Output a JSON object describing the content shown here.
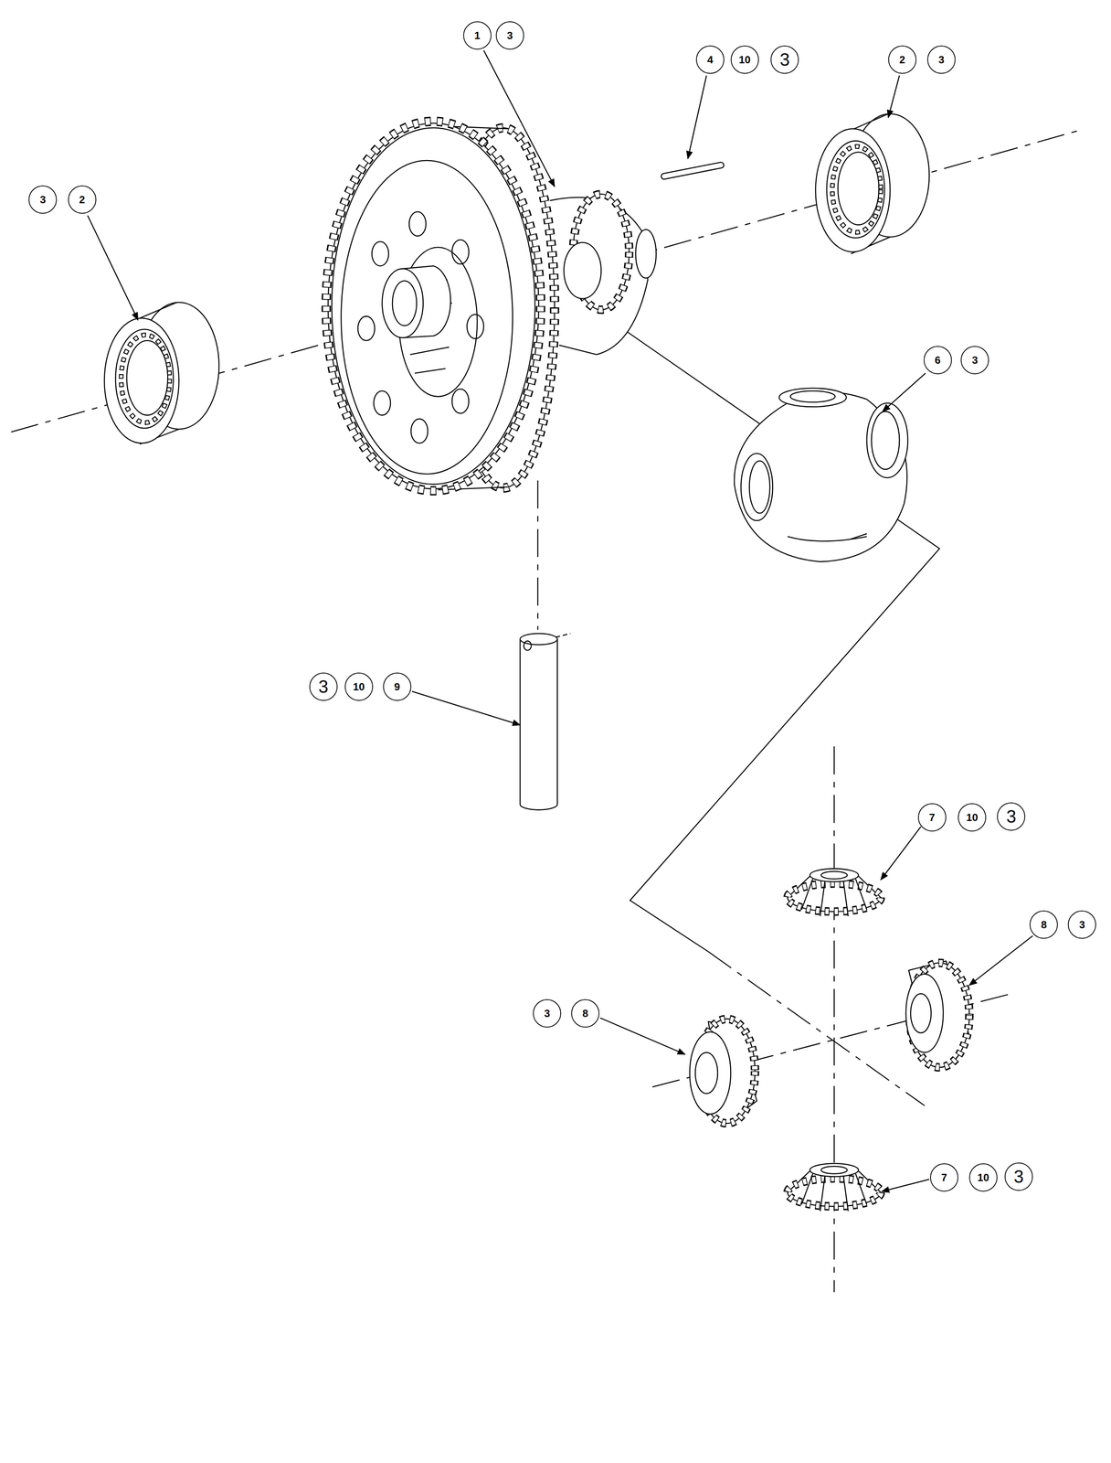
{
  "diagram": {
    "labels": [
      "1",
      "3",
      "4",
      "10",
      "3",
      "2",
      "3",
      "3",
      "2",
      "6",
      "3",
      "3",
      "10",
      "9",
      "7",
      "10",
      "3",
      "8",
      "3",
      "3",
      "8",
      "7",
      "10",
      "3"
    ]
  }
}
